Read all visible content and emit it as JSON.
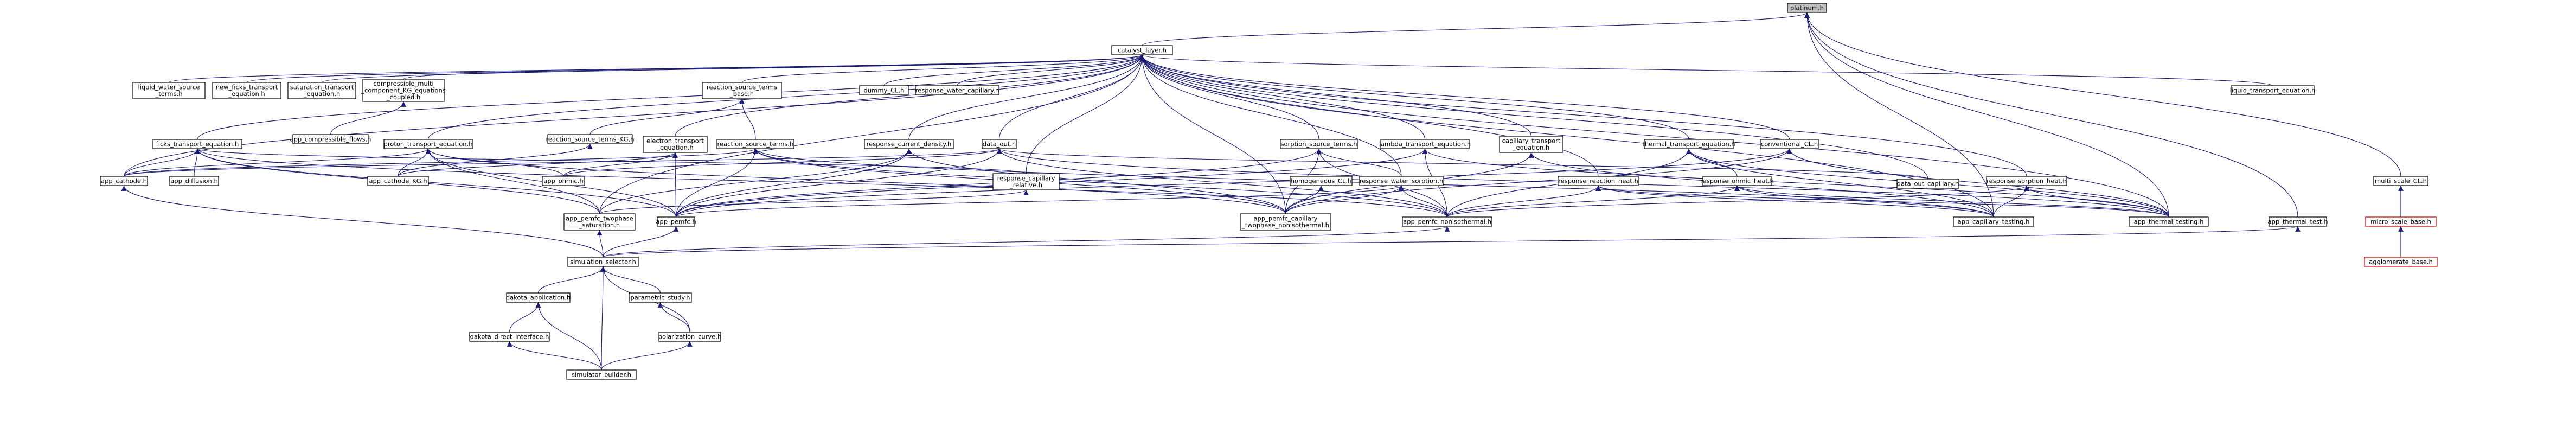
{
  "colors": {
    "edge": "#191970",
    "root_fill": "#bfbfbf",
    "border": "#000000",
    "red_border": "#cc0000"
  },
  "nodes": [
    {
      "id": "platinum",
      "lines": [
        "platinum.h"
      ]
    },
    {
      "id": "catalyst",
      "lines": [
        "catalyst_layer.h"
      ]
    },
    {
      "id": "liq_water_src",
      "lines": [
        "liquid_water_source",
        "_terms.h"
      ]
    },
    {
      "id": "new_ficks",
      "lines": [
        "new_ficks_transport",
        "_equation.h"
      ]
    },
    {
      "id": "saturation_te",
      "lines": [
        "saturation_transport",
        "_equation.h"
      ]
    },
    {
      "id": "compressible_mc",
      "lines": [
        "compressible_multi",
        "_component_KG_equations",
        "_coupled.h"
      ]
    },
    {
      "id": "reaction_src_base",
      "lines": [
        "reaction_source_terms",
        "_base.h"
      ]
    },
    {
      "id": "dummy_cl",
      "lines": [
        "dummy_CL.h"
      ]
    },
    {
      "id": "resp_water_cap",
      "lines": [
        "response_water_capillary.h"
      ]
    },
    {
      "id": "liquid_te",
      "lines": [
        "liquid_transport_equation.h"
      ]
    },
    {
      "id": "app_compressible",
      "lines": [
        "app_compressible_flows.h"
      ]
    },
    {
      "id": "reaction_src_kg",
      "lines": [
        "reaction_source_terms_KG.h"
      ]
    },
    {
      "id": "ficks_te",
      "lines": [
        "ficks_transport_equation.h"
      ]
    },
    {
      "id": "proton_te",
      "lines": [
        "proton_transport_equation.h"
      ]
    },
    {
      "id": "electron_te",
      "lines": [
        "electron_transport",
        "_equation.h"
      ]
    },
    {
      "id": "reaction_src",
      "lines": [
        "reaction_source_terms.h"
      ]
    },
    {
      "id": "resp_current",
      "lines": [
        "response_current_density.h"
      ]
    },
    {
      "id": "data_out",
      "lines": [
        "data_out.h"
      ]
    },
    {
      "id": "sorption_src",
      "lines": [
        "sorption_source_terms.h"
      ]
    },
    {
      "id": "lambda_te",
      "lines": [
        "lambda_transport_equation.h"
      ]
    },
    {
      "id": "capillary_te",
      "lines": [
        "capillary_transport",
        "_equation.h"
      ]
    },
    {
      "id": "thermal_te",
      "lines": [
        "thermal_transport_equation.h"
      ]
    },
    {
      "id": "conventional_cl",
      "lines": [
        "conventional_CL.h"
      ]
    },
    {
      "id": "app_cathode",
      "lines": [
        "app_cathode.h"
      ]
    },
    {
      "id": "app_diffusion",
      "lines": [
        "app_diffusion.h"
      ]
    },
    {
      "id": "app_cathode_kg",
      "lines": [
        "app_cathode_KG.h"
      ]
    },
    {
      "id": "app_ohmic",
      "lines": [
        "app_ohmic.h"
      ]
    },
    {
      "id": "resp_cap_rel",
      "lines": [
        "response_capillary",
        "_relative.h"
      ]
    },
    {
      "id": "homogeneous_cl",
      "lines": [
        "homogeneous_CL.h"
      ]
    },
    {
      "id": "resp_water_sorp",
      "lines": [
        "response_water_sorption.h"
      ]
    },
    {
      "id": "resp_react_heat",
      "lines": [
        "response_reaction_heat.h"
      ]
    },
    {
      "id": "resp_ohmic_heat",
      "lines": [
        "response_ohmic_heat.h"
      ]
    },
    {
      "id": "resp_sorp_heat",
      "lines": [
        "response_sorption_heat.h"
      ]
    },
    {
      "id": "data_out_cap",
      "lines": [
        "data_out_capillary.h"
      ]
    },
    {
      "id": "multi_scale_cl",
      "lines": [
        "multi_scale_CL.h"
      ]
    },
    {
      "id": "app_pemfc_2ph_sat",
      "lines": [
        "app_pemfc_twophase",
        "_saturation.h"
      ]
    },
    {
      "id": "app_pemfc",
      "lines": [
        "app_pemfc.h"
      ]
    },
    {
      "id": "app_pemfc_cap",
      "lines": [
        "app_pemfc_capillary",
        "_twophase_nonisothermal.h"
      ]
    },
    {
      "id": "app_pemfc_noniso",
      "lines": [
        "app_pemfc_nonisothermal.h"
      ]
    },
    {
      "id": "app_cap_testing",
      "lines": [
        "app_capillary_testing.h"
      ]
    },
    {
      "id": "app_thermal_testing",
      "lines": [
        "app_thermal_testing.h"
      ]
    },
    {
      "id": "app_thermal_test",
      "lines": [
        "app_thermal_test.h"
      ]
    },
    {
      "id": "micro_scale_base",
      "lines": [
        "micro_scale_base.h"
      ]
    },
    {
      "id": "simulation_selector",
      "lines": [
        "simulation_selector.h"
      ]
    },
    {
      "id": "agglomerate_base",
      "lines": [
        "agglomerate_base.h"
      ]
    },
    {
      "id": "dakota_app",
      "lines": [
        "dakota_application.h"
      ]
    },
    {
      "id": "parametric",
      "lines": [
        "parametric_study.h"
      ]
    },
    {
      "id": "dakota_direct",
      "lines": [
        "dakota_direct_interface.h"
      ]
    },
    {
      "id": "polarization",
      "lines": [
        "polarization_curve.h"
      ]
    },
    {
      "id": "simulator_builder",
      "lines": [
        "simulator_builder.h"
      ]
    }
  ],
  "edges": [
    [
      "catalyst",
      "platinum"
    ],
    [
      "multi_scale_cl",
      "platinum"
    ],
    [
      "app_thermal_testing",
      "platinum"
    ],
    [
      "app_cap_testing",
      "platinum"
    ],
    [
      "app_thermal_test",
      "platinum"
    ],
    [
      "liq_water_src",
      "catalyst"
    ],
    [
      "new_ficks",
      "catalyst"
    ],
    [
      "saturation_te",
      "catalyst"
    ],
    [
      "compressible_mc",
      "catalyst"
    ],
    [
      "reaction_src_base",
      "catalyst"
    ],
    [
      "dummy_cl",
      "catalyst"
    ],
    [
      "resp_water_cap",
      "catalyst"
    ],
    [
      "liquid_te",
      "catalyst"
    ],
    [
      "ficks_te",
      "catalyst"
    ],
    [
      "proton_te",
      "catalyst"
    ],
    [
      "electron_te",
      "catalyst"
    ],
    [
      "resp_current",
      "catalyst"
    ],
    [
      "data_out",
      "catalyst"
    ],
    [
      "sorption_src",
      "catalyst"
    ],
    [
      "lambda_te",
      "catalyst"
    ],
    [
      "capillary_te",
      "catalyst"
    ],
    [
      "thermal_te",
      "catalyst"
    ],
    [
      "conventional_cl",
      "catalyst"
    ],
    [
      "app_cathode",
      "catalyst"
    ],
    [
      "resp_cap_rel",
      "catalyst"
    ],
    [
      "resp_water_sorp",
      "catalyst"
    ],
    [
      "resp_react_heat",
      "catalyst"
    ],
    [
      "resp_sorp_heat",
      "catalyst"
    ],
    [
      "data_out_cap",
      "catalyst"
    ],
    [
      "app_pemfc_2ph_sat",
      "catalyst"
    ],
    [
      "app_pemfc_cap",
      "catalyst"
    ],
    [
      "app_cap_testing",
      "catalyst"
    ],
    [
      "app_thermal_testing",
      "catalyst"
    ],
    [
      "app_compressible",
      "compressible_mc"
    ],
    [
      "reaction_src_kg",
      "reaction_src_base"
    ],
    [
      "reaction_src",
      "reaction_src_base"
    ],
    [
      "app_cathode_kg",
      "reaction_src_kg"
    ],
    [
      "app_cathode",
      "ficks_te"
    ],
    [
      "app_diffusion",
      "ficks_te"
    ],
    [
      "app_pemfc",
      "ficks_te"
    ],
    [
      "app_pemfc_2ph_sat",
      "ficks_te"
    ],
    [
      "app_pemfc_noniso",
      "ficks_te"
    ],
    [
      "resp_cap_rel",
      "ficks_te"
    ],
    [
      "app_cathode",
      "proton_te"
    ],
    [
      "app_cathode_kg",
      "proton_te"
    ],
    [
      "app_ohmic",
      "proton_te"
    ],
    [
      "app_pemfc",
      "proton_te"
    ],
    [
      "app_pemfc_2ph_sat",
      "proton_te"
    ],
    [
      "app_pemfc_cap",
      "proton_te"
    ],
    [
      "app_cathode_kg",
      "electron_te"
    ],
    [
      "app_ohmic",
      "electron_te"
    ],
    [
      "app_pemfc",
      "electron_te"
    ],
    [
      "app_cathode",
      "reaction_src"
    ],
    [
      "app_pemfc",
      "reaction_src"
    ],
    [
      "app_pemfc_noniso",
      "reaction_src"
    ],
    [
      "app_pemfc_cap",
      "reaction_src"
    ],
    [
      "app_cap_testing",
      "reaction_src"
    ],
    [
      "app_pemfc",
      "resp_current"
    ],
    [
      "app_pemfc_2ph_sat",
      "resp_current"
    ],
    [
      "app_pemfc_cap",
      "resp_current"
    ],
    [
      "app_cathode",
      "data_out"
    ],
    [
      "app_pemfc",
      "data_out"
    ],
    [
      "app_ohmic",
      "data_out"
    ],
    [
      "app_pemfc_noniso",
      "data_out"
    ],
    [
      "app_thermal_testing",
      "data_out"
    ],
    [
      "data_out_cap",
      "data_out"
    ],
    [
      "app_pemfc",
      "sorption_src"
    ],
    [
      "app_pemfc_noniso",
      "sorption_src"
    ],
    [
      "app_pemfc_cap",
      "sorption_src"
    ],
    [
      "resp_water_sorp",
      "sorption_src"
    ],
    [
      "app_pemfc",
      "lambda_te"
    ],
    [
      "app_pemfc_noniso",
      "lambda_te"
    ],
    [
      "app_thermal_testing",
      "lambda_te"
    ],
    [
      "app_pemfc_cap",
      "capillary_te"
    ],
    [
      "app_cap_testing",
      "capillary_te"
    ],
    [
      "app_pemfc_noniso",
      "thermal_te"
    ],
    [
      "app_thermal_testing",
      "thermal_te"
    ],
    [
      "app_cap_testing",
      "thermal_te"
    ],
    [
      "resp_ohmic_heat",
      "thermal_te"
    ],
    [
      "app_pemfc",
      "conventional_cl"
    ],
    [
      "app_pemfc_cap",
      "conventional_cl"
    ],
    [
      "app_thermal_testing",
      "conventional_cl"
    ],
    [
      "app_pemfc_2ph_sat",
      "resp_cap_rel"
    ],
    [
      "app_pemfc_cap",
      "homogeneous_cl"
    ],
    [
      "app_pemfc",
      "resp_water_sorp"
    ],
    [
      "app_pemfc_noniso",
      "resp_water_sorp"
    ],
    [
      "app_pemfc_cap",
      "resp_water_sorp"
    ],
    [
      "app_pemfc_noniso",
      "resp_react_heat"
    ],
    [
      "app_thermal_testing",
      "resp_react_heat"
    ],
    [
      "app_cap_testing",
      "resp_react_heat"
    ],
    [
      "app_pemfc_noniso",
      "resp_ohmic_heat"
    ],
    [
      "app_cap_testing",
      "resp_ohmic_heat"
    ],
    [
      "app_thermal_testing",
      "resp_ohmic_heat"
    ],
    [
      "app_pemfc_noniso",
      "resp_sorp_heat"
    ],
    [
      "app_cap_testing",
      "resp_sorp_heat"
    ],
    [
      "app_thermal_testing",
      "resp_sorp_heat"
    ],
    [
      "micro_scale_base",
      "multi_scale_cl"
    ],
    [
      "agglomerate_base",
      "micro_scale_base"
    ],
    [
      "simulation_selector",
      "app_pemfc_2ph_sat"
    ],
    [
      "simulation_selector",
      "app_pemfc"
    ],
    [
      "simulation_selector",
      "app_pemfc_noniso"
    ],
    [
      "simulation_selector",
      "app_cathode"
    ],
    [
      "simulation_selector",
      "app_thermal_test"
    ],
    [
      "dakota_app",
      "simulation_selector"
    ],
    [
      "parametric",
      "simulation_selector"
    ],
    [
      "simulator_builder",
      "simulation_selector"
    ],
    [
      "polarization",
      "simulation_selector"
    ],
    [
      "dakota_direct",
      "dakota_app"
    ],
    [
      "simulator_builder",
      "dakota_app"
    ],
    [
      "polarization",
      "parametric"
    ],
    [
      "simulator_builder",
      "dakota_direct"
    ],
    [
      "simulator_builder",
      "polarization"
    ]
  ]
}
